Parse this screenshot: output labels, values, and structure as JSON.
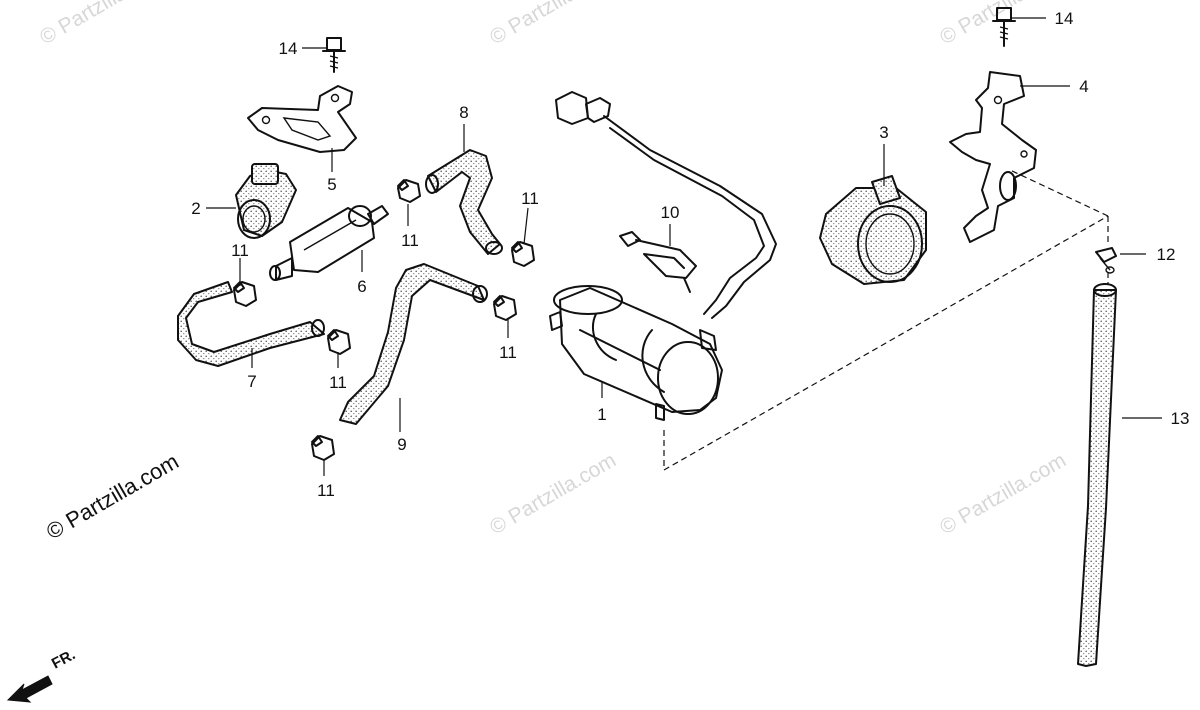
{
  "diagram": {
    "callouts": [
      {
        "id": "1",
        "label": "1"
      },
      {
        "id": "2",
        "label": "2"
      },
      {
        "id": "3",
        "label": "3"
      },
      {
        "id": "4",
        "label": "4"
      },
      {
        "id": "5",
        "label": "5"
      },
      {
        "id": "6",
        "label": "6"
      },
      {
        "id": "7",
        "label": "7"
      },
      {
        "id": "8",
        "label": "8"
      },
      {
        "id": "9",
        "label": "9"
      },
      {
        "id": "10",
        "label": "10"
      },
      {
        "id": "11a",
        "label": "11"
      },
      {
        "id": "11b",
        "label": "11"
      },
      {
        "id": "11c",
        "label": "11"
      },
      {
        "id": "11d",
        "label": "11"
      },
      {
        "id": "11e",
        "label": "11"
      },
      {
        "id": "11f",
        "label": "11"
      },
      {
        "id": "12",
        "label": "12"
      },
      {
        "id": "13",
        "label": "13"
      },
      {
        "id": "14a",
        "label": "14"
      },
      {
        "id": "14b",
        "label": "14"
      }
    ],
    "copyright": "© Partzilla.com",
    "watermark": "© Partzilla.com",
    "direction": "FR.",
    "colors": {
      "ink": "#111111",
      "watermark": "#d7d7d7",
      "background": "#ffffff"
    }
  }
}
